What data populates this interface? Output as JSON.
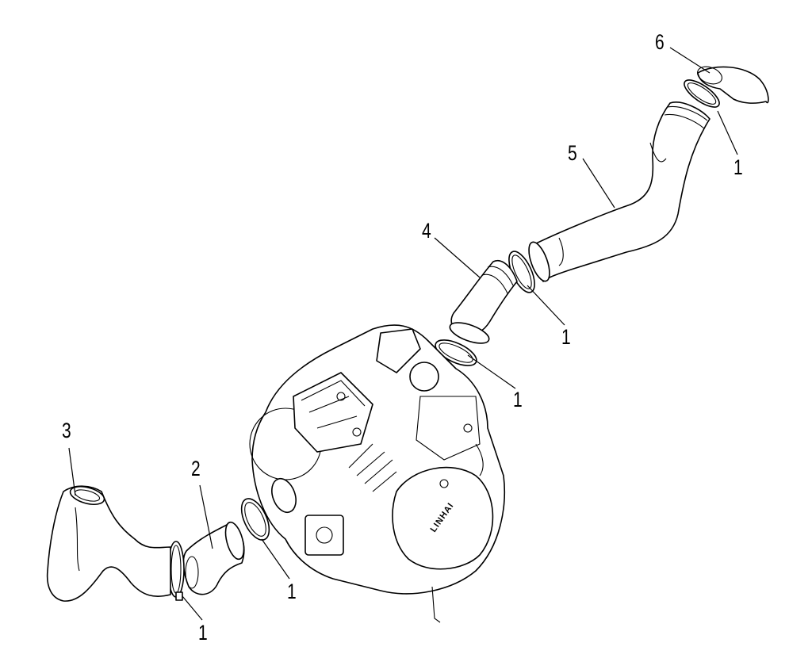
{
  "diagram": {
    "callouts": [
      {
        "id": "6",
        "label": "6"
      },
      {
        "id": "1a",
        "label": "1"
      },
      {
        "id": "5",
        "label": "5"
      },
      {
        "id": "4",
        "label": "4"
      },
      {
        "id": "1b",
        "label": "1"
      },
      {
        "id": "1c",
        "label": "1"
      },
      {
        "id": "3",
        "label": "3"
      },
      {
        "id": "2",
        "label": "2"
      },
      {
        "id": "1d",
        "label": "1"
      },
      {
        "id": "1e",
        "label": "1"
      }
    ],
    "engine_logo": "LINHAI"
  }
}
